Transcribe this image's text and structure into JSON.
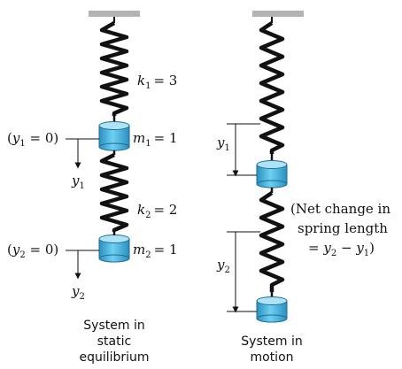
{
  "left": {
    "k1_var": "k",
    "k1_sub": "1",
    "k1_val": "= 3",
    "m1_var": "m",
    "m1_sub": "1",
    "m1_val": "= 1",
    "y1eq_open": "(",
    "y1eq_var": "y",
    "y1eq_sub": "1",
    "y1eq_val": " = 0)",
    "y1_var": "y",
    "y1_sub": "1",
    "k2_var": "k",
    "k2_sub": "2",
    "k2_val": "= 2",
    "m2_var": "m",
    "m2_sub": "2",
    "m2_val": "= 1",
    "y2eq_open": "(",
    "y2eq_var": "y",
    "y2eq_sub": "2",
    "y2eq_val": " = 0)",
    "y2_var": "y",
    "y2_sub": "2",
    "caption": [
      "System in",
      "static",
      "equilibrium"
    ]
  },
  "right": {
    "y1_var": "y",
    "y1_sub": "1",
    "y2_var": "y",
    "y2_sub": "2",
    "note_line1": "(Net change in",
    "note_line2": "spring length",
    "note_eq_a": "= ",
    "note_eq_y2": "y",
    "note_eq_y2sub": "2",
    "note_eq_minus": " − ",
    "note_eq_y1": "y",
    "note_eq_y1sub": "1",
    "note_eq_close": ")",
    "caption": [
      "System in",
      "motion"
    ]
  },
  "colors": {
    "ceiling": "#b3b3b3",
    "mass_body": "#5cc3ec",
    "mass_top": "#aee3f7",
    "mass_edge": "#1f6d8f",
    "spring": "#111111"
  }
}
